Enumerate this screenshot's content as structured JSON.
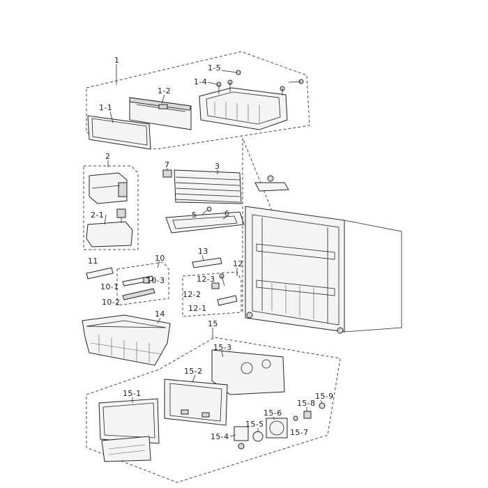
{
  "labels": {
    "p1": "1",
    "p1_1": "1-1",
    "p1_2": "1-2",
    "p1_4": "1-4",
    "p1_5": "1-5",
    "p2": "2",
    "p2_1": "2-1",
    "p3": "3",
    "p5": "5",
    "p6": "6",
    "p7": "7",
    "p10": "10",
    "p10_1": "10-1",
    "p10_2": "10-2",
    "p10_3": "10-3",
    "p11": "11",
    "p12": "12",
    "p12_1": "12-1",
    "p12_2": "12-2",
    "p12_3": "12-3",
    "p13": "13",
    "p14": "14",
    "p15": "15",
    "p15_1": "15-1",
    "p15_2": "15-2",
    "p15_3": "15-3",
    "p15_4": "15-4",
    "p15_5": "15-5",
    "p15_6": "15-6",
    "p15_7": "15-7",
    "p15_8": "15-8",
    "p15_9": "15-9"
  }
}
